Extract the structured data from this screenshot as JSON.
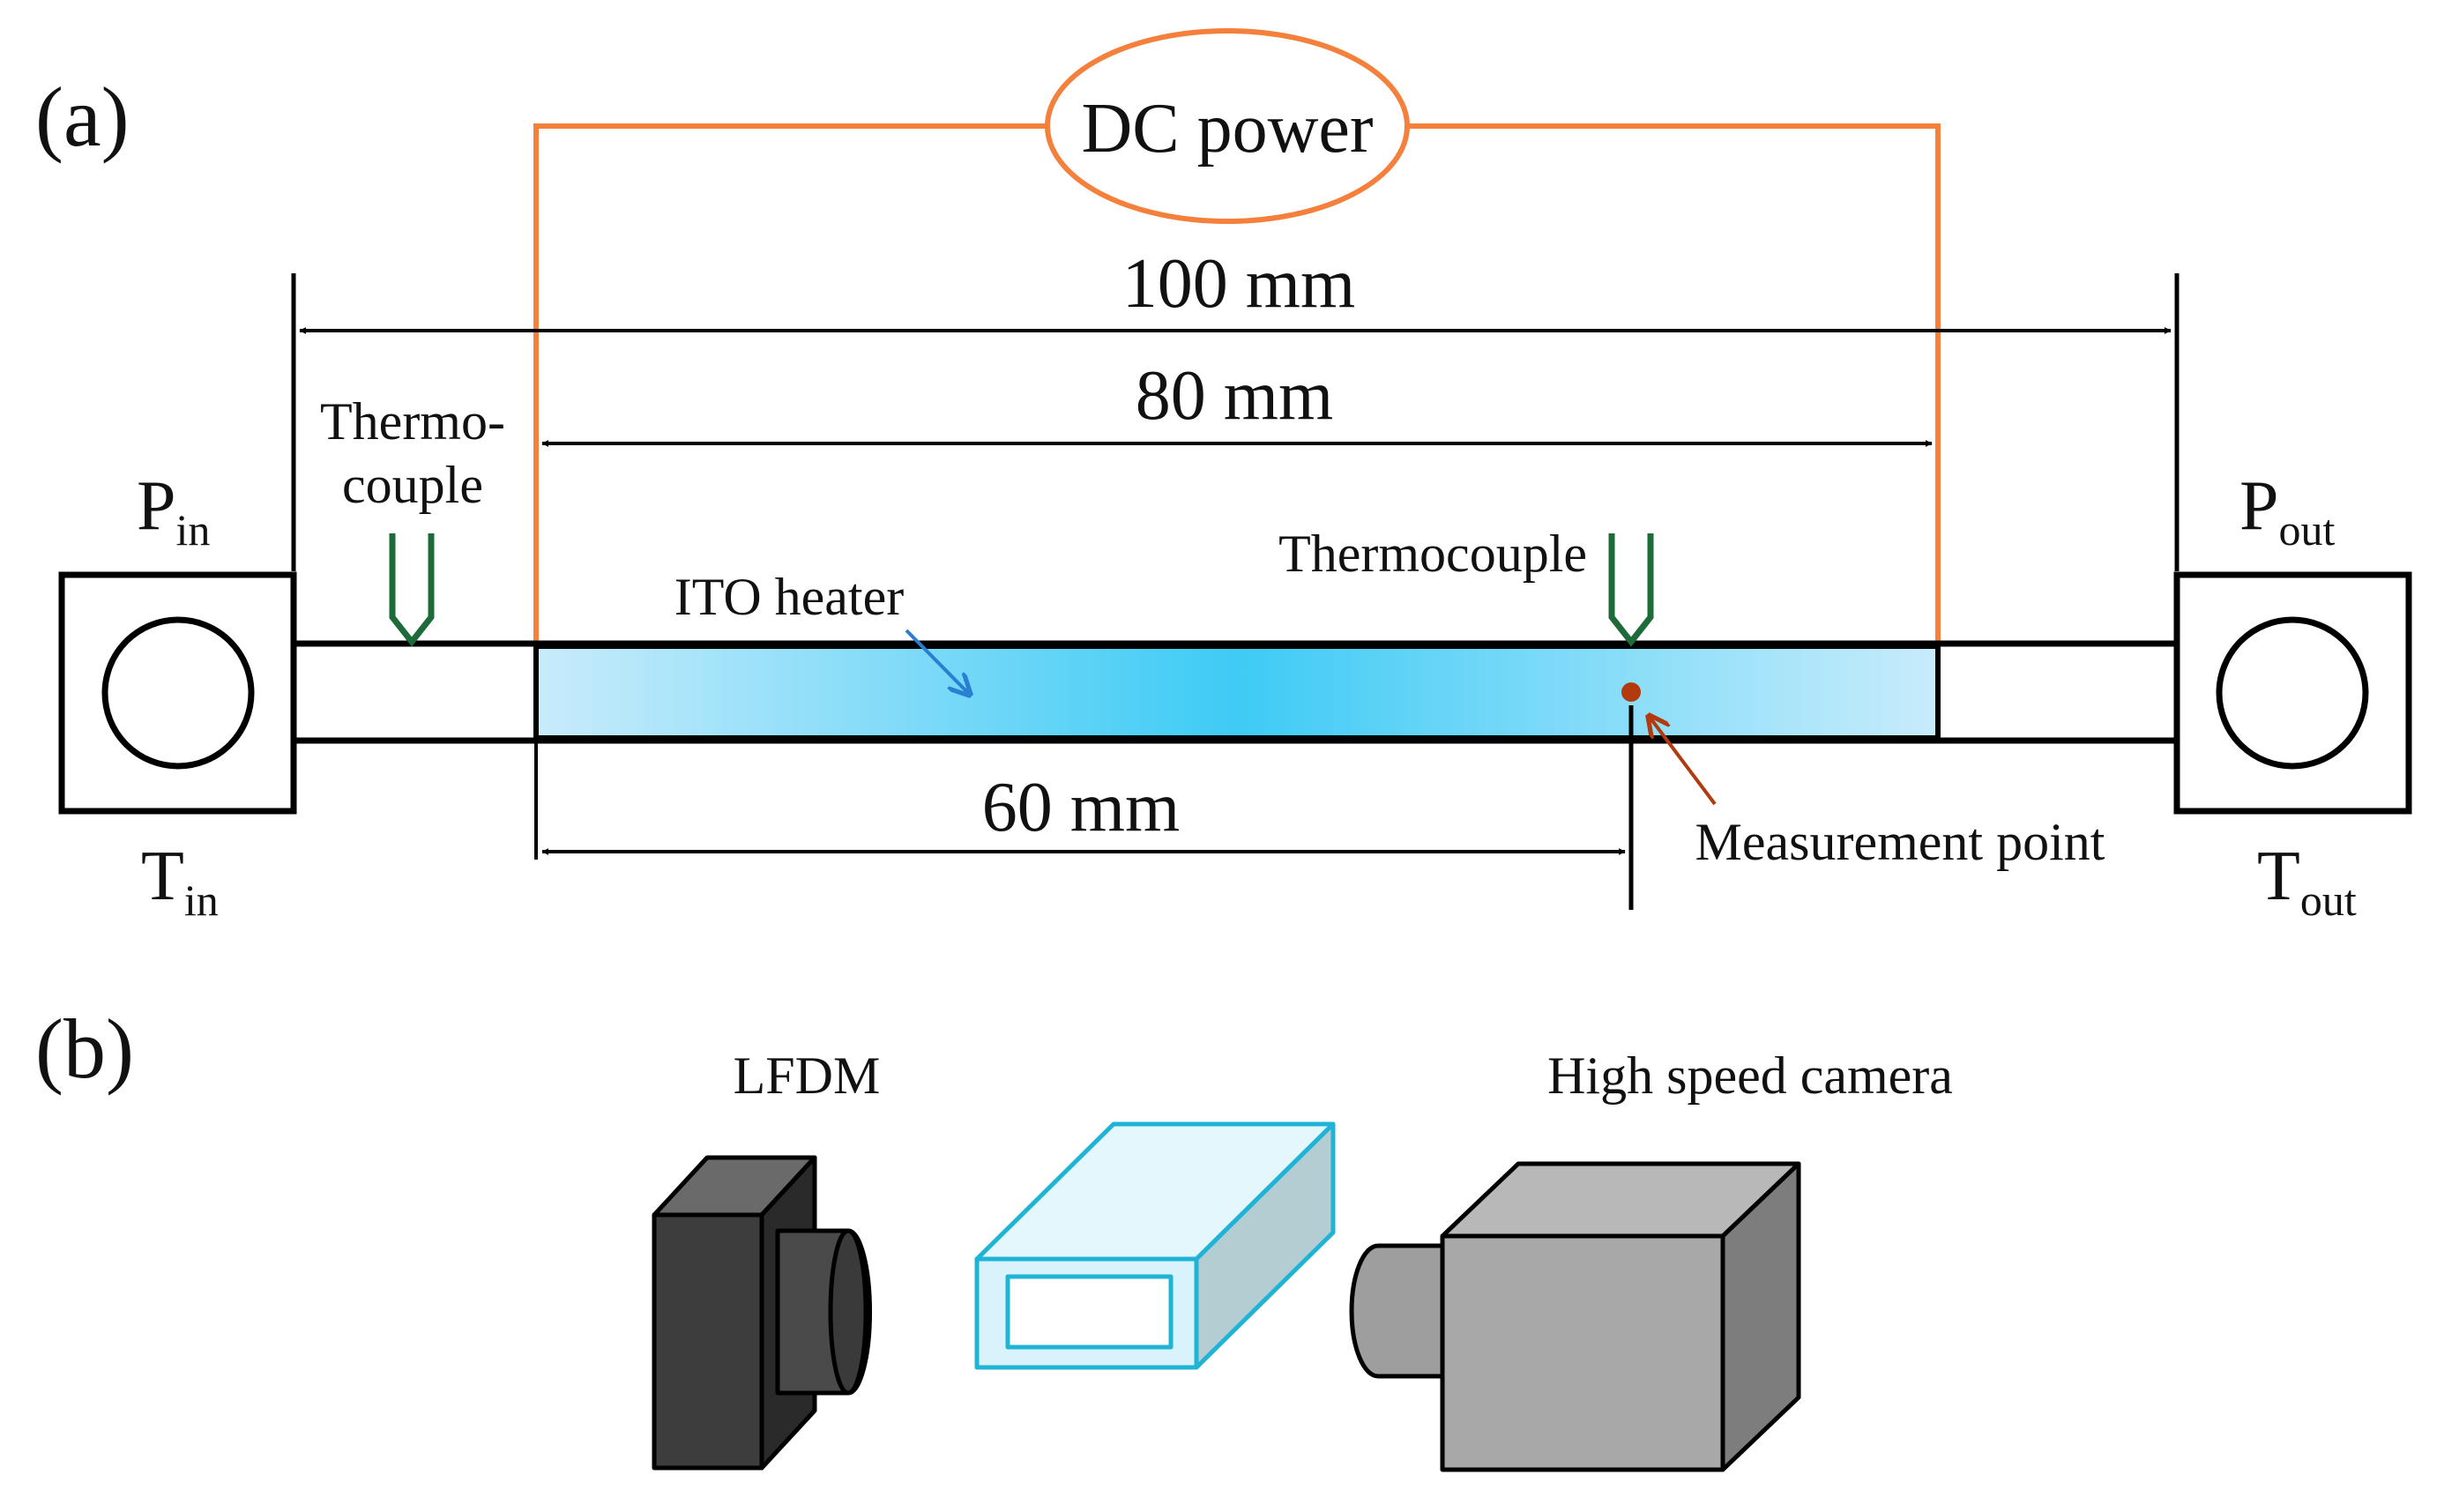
{
  "panels": {
    "a": "(a)",
    "b": "(b)"
  },
  "labels": {
    "dc_power": "DC power",
    "dim_100": "100 mm",
    "dim_80": "80 mm",
    "dim_60": "60 mm",
    "thermo_left_line1": "Thermo-",
    "thermo_left_line2": "couple",
    "thermo_right": "Thermocouple",
    "ito_heater": "ITO heater",
    "measurement_point": "Measurement point",
    "p_in": "P",
    "p_in_sub": "in",
    "t_in": "T",
    "t_in_sub": "in",
    "p_out": "P",
    "p_out_sub": "out",
    "t_out": "T",
    "t_out_sub": "out",
    "lfdm": "LFDM",
    "high_speed_camera": "High speed camera"
  },
  "colors": {
    "wire": "#f4803c",
    "thermocouple": "#1e6b3a",
    "heater_center": "#3ecbf5",
    "heater_edge": "#c8ecfb",
    "measurement": "#b23a0c",
    "heater_arrow": "#2a7fd0",
    "channel_outline": "#1fb3d6",
    "channel_fill": "#d8f3fb",
    "lfdm_dark": "#3d3d3d",
    "camera_gray": "#a8a8a8"
  }
}
